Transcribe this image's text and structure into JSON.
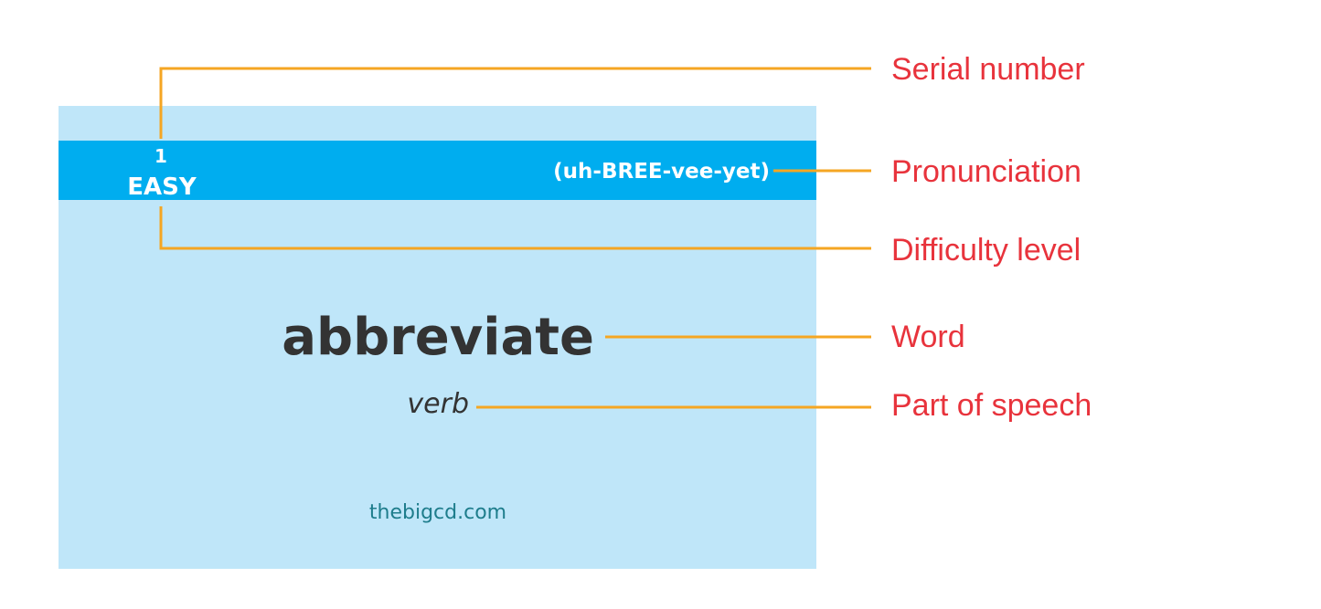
{
  "card": {
    "serial": "1",
    "difficulty": "EASY",
    "pronunciation": "(uh-BREE-vee-yet)",
    "word": "abbreviate",
    "part_of_speech": "verb",
    "site": "thebigcd.com"
  },
  "callouts": {
    "serial_number": "Serial number",
    "pronunciation": "Pronunciation",
    "difficulty_level": "Difficulty level",
    "word": "Word",
    "part_of_speech": "Part of speech"
  },
  "colors": {
    "card_background": "#bfe6f9",
    "band": "#00adef",
    "leader_line": "#f5a623",
    "callout_text": "#e8333c",
    "word_text": "#333333",
    "site_text": "#1e7d8c"
  }
}
